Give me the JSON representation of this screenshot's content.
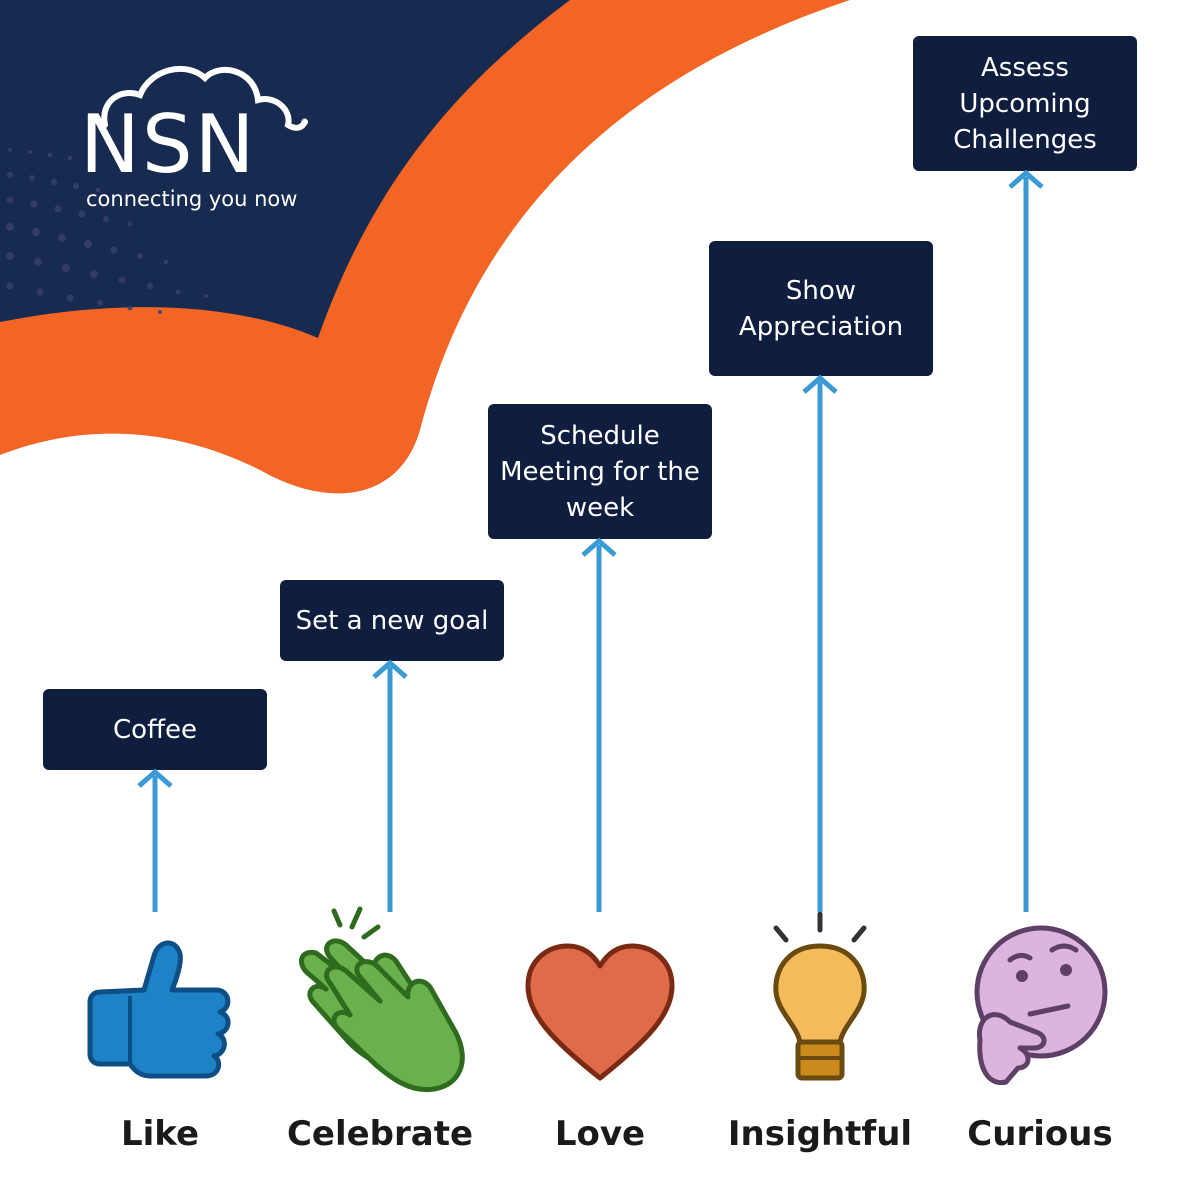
{
  "brand": {
    "logo_text": "NSN",
    "registered_mark": "®",
    "tagline": "connecting you now",
    "colors": {
      "navy": "#172a50",
      "orange": "#f26524",
      "box": "#0f1e3f",
      "arrow": "#3a9ad4"
    }
  },
  "steps": [
    {
      "action": "Coffee",
      "reaction": "Like",
      "icon": "thumbs-up-icon",
      "color": "#1e83c6"
    },
    {
      "action": "Set a new goal",
      "reaction": "Celebrate",
      "icon": "clapping-hands-icon",
      "color": "#6ab04c"
    },
    {
      "action": "Schedule\nMeeting for the\nweek",
      "reaction": "Love",
      "icon": "heart-icon",
      "color": "#e06b4a"
    },
    {
      "action": "Show\nAppreciation",
      "reaction": "Insightful",
      "icon": "lightbulb-icon",
      "color": "#f5bb5a"
    },
    {
      "action": "Assess Upcoming\nChallenges",
      "reaction": "Curious",
      "icon": "thinking-face-icon",
      "color": "#dbb5dd"
    }
  ]
}
